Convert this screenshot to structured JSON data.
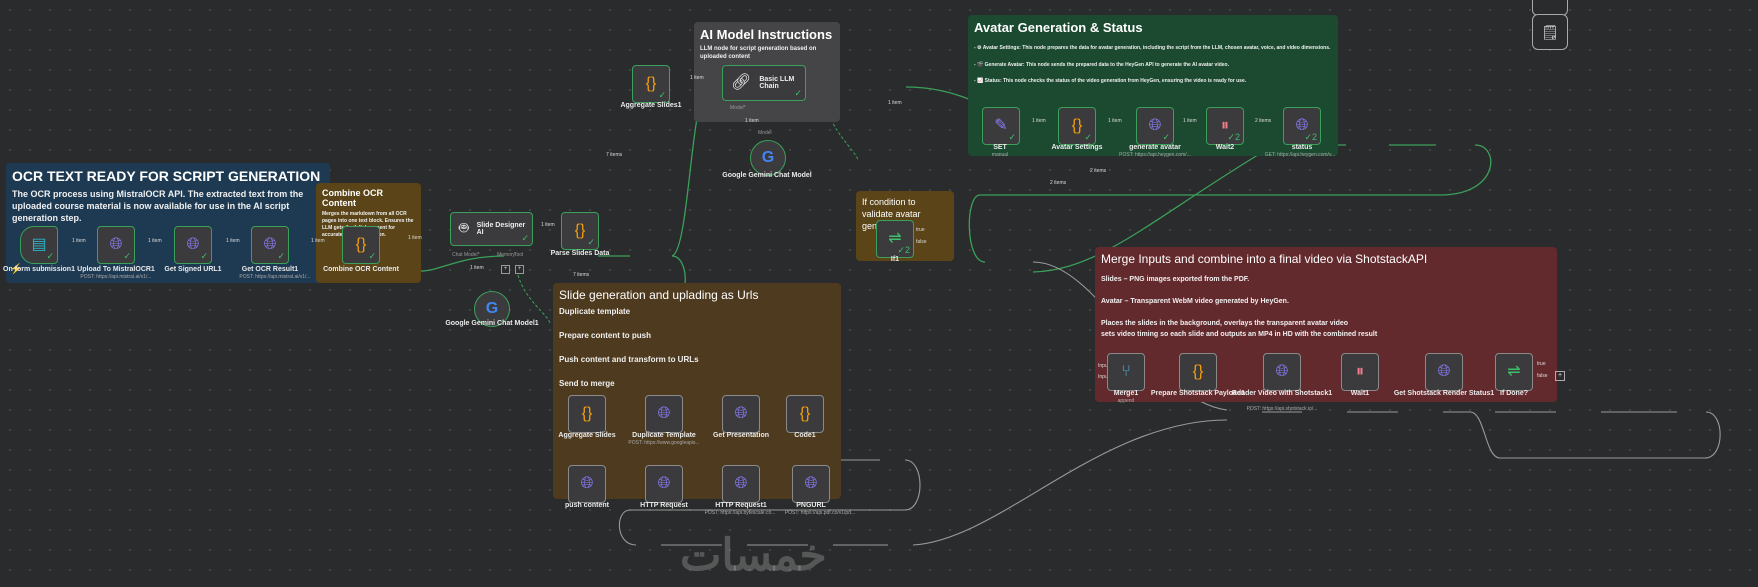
{
  "stickies": {
    "ocr": {
      "title": "OCR TEXT READY FOR SCRIPT GENERATION",
      "body": "The OCR process using MistralOCR API. The extracted text from the uploaded course material is now available for use in the AI script generation step.",
      "color": "#1e3a52"
    },
    "combine": {
      "title": "Combine OCR Content",
      "body": "Merges the markdown from all OCR pages into one text block. Ensures the LLM gets the full document for accurate script generation.",
      "color": "#5a4418"
    },
    "ai": {
      "title": "AI Model Instructions",
      "body": "LLM node for script generation based on uploaded content",
      "color": "#454547"
    },
    "avatar": {
      "title": "Avatar Generation & Status",
      "lines": [
        "- ⚙ Avatar Settings: This node prepares the data for avatar generation, including the script from the LLM, chosen avatar, voice, and video dimensions.",
        "- 🎬 Generate Avatar: This node sends the prepared data to the HeyGen API to generate the AI avatar video.",
        "- 📈 Status: This node checks the status of the video generation from HeyGen, ensuring the video is ready for use."
      ],
      "color": "#1b4a30"
    },
    "ifcond": {
      "title": "If condition to validate avatar generation",
      "color": "#5a4418"
    },
    "slides": {
      "title": "Slide generation and uplading as Urls",
      "lines": [
        "Duplicate template",
        "Prepare content to push",
        "Push content and transform to URLs",
        "Send to merge"
      ],
      "color": "#4e3a1e"
    },
    "merge": {
      "title": "Merge Inputs and combine into a final video via ShotstackAPI",
      "lines": [
        "Slides – PNG images exported from the PDF.",
        "Avatar – Transparent WebM video generated by HeyGen.",
        "Places the slides in the background, overlays the transparent avatar video",
        "sets video timing so each slide and outputs an MP4 in HD with the combined result"
      ],
      "color": "#632a2e"
    }
  },
  "nodes": {
    "form": {
      "label": "On form submission1",
      "icon": "form-icon"
    },
    "upload": {
      "label": "Upload To MistralOCR1",
      "sub": "POST: https://api.mistral.ai/v1/...",
      "icon": "globe-icon"
    },
    "signed": {
      "label": "Get Signed URL1",
      "icon": "globe-icon"
    },
    "ocrres": {
      "label": "Get OCR Result1",
      "sub": "POST: https://api.mistral.ai/v1/...",
      "icon": "globe-icon"
    },
    "combine": {
      "label": "Combine OCR Content",
      "icon": "code-icon"
    },
    "designer": {
      "label": "Slide Designer AI",
      "icon": "robot-icon",
      "ports": [
        "Chat Model*",
        "Memory",
        "Tool"
      ]
    },
    "gemini1": {
      "label": "Google Gemini Chat Model1",
      "port": "Model"
    },
    "parse": {
      "label": "Parse Slides Data",
      "icon": "code-icon"
    },
    "agg1": {
      "label": "Aggregate Slides1",
      "icon": "code-icon"
    },
    "llm": {
      "label": "Basic LLM Chain",
      "icon": "link-icon",
      "port": "Model*"
    },
    "gemini": {
      "label": "Google Gemini Chat Model",
      "port": "Model"
    },
    "set": {
      "label": "SET",
      "sub": "manual",
      "icon": "pencil-icon"
    },
    "avset": {
      "label": "Avatar Settings",
      "icon": "code-icon"
    },
    "genav": {
      "label": "generate avatar",
      "sub": "POST: https://api.heygen.com/...",
      "icon": "globe-icon"
    },
    "wait2": {
      "label": "Wait2",
      "icon": "pause-icon",
      "runs": "2"
    },
    "status": {
      "label": "status",
      "sub": "GET: https://api.heygen.com/v...",
      "icon": "globe-icon",
      "runs": "2"
    },
    "if1": {
      "label": "If1",
      "icon": "if-icon",
      "runs": "2",
      "outs": [
        "true",
        "false"
      ]
    },
    "aggs": {
      "label": "Aggregate Slides",
      "icon": "code-icon"
    },
    "dup": {
      "label": "Duplicate Template",
      "sub": "POST: https://www.googleapis...",
      "icon": "globe-icon"
    },
    "getp": {
      "label": "Get Presentation",
      "icon": "globe-icon"
    },
    "code1": {
      "label": "Code1",
      "icon": "code-icon"
    },
    "push": {
      "label": "push content",
      "icon": "globe-icon"
    },
    "http": {
      "label": "HTTP Request",
      "icon": "globe-icon"
    },
    "http1": {
      "label": "HTTP Request1",
      "sub": "POST: https://api.bytescale.co...",
      "icon": "globe-icon"
    },
    "png": {
      "label": "PNGURL",
      "sub": "POST: https://api.pdf.co/v1/pd...",
      "icon": "globe-icon"
    },
    "merge1": {
      "label": "Merge1",
      "sub": "append",
      "icon": "merge-icon",
      "ins": [
        "Input 1",
        "Input 2"
      ]
    },
    "prep": {
      "label": "Prepare Shotstack Payload1",
      "icon": "code-icon"
    },
    "render": {
      "label": "Render Video with Shotstack1",
      "sub": "POST: https://api.shotstack.io/...",
      "icon": "globe-icon"
    },
    "wait1": {
      "label": "Wait1",
      "icon": "pause-icon"
    },
    "getrs": {
      "label": "Get Shotstack Render Status1",
      "icon": "globe-icon"
    },
    "ifdone": {
      "label": "If Done?",
      "icon": "if-icon",
      "outs": [
        "true",
        "false"
      ]
    }
  },
  "edge_labels": {
    "one": "1 item",
    "seven": "7 items",
    "two": "2 items"
  },
  "toolbar": {
    "sticky_icon": "sticky-note-icon"
  },
  "watermark": "خمسات",
  "colors": {
    "success": "#3fbf6a",
    "globe": "#8b7cf6",
    "code": "#f59e0b",
    "wait": "#f47c8c"
  }
}
